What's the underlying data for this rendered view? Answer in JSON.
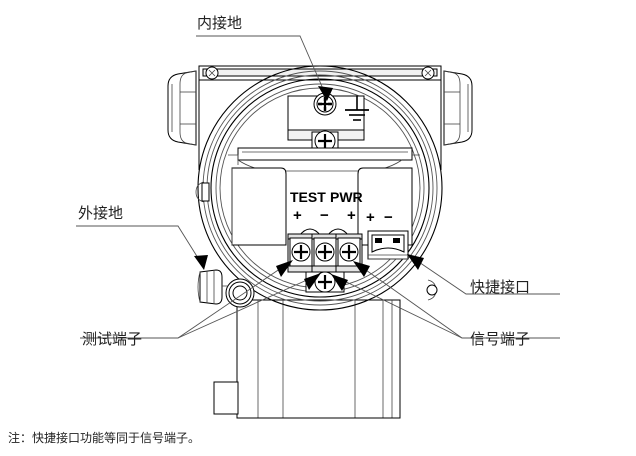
{
  "diagram": {
    "title_note": "注：快捷接口功能等同于信号端子。",
    "callouts": {
      "internal_ground": "内接地",
      "external_ground": "外接地",
      "test_terminal": "测试端子",
      "quick_connector": "快捷接口",
      "signal_terminal": "信号端子"
    },
    "terminal_block": {
      "group_labels": [
        "TEST",
        "PWR"
      ],
      "polarity_main": [
        "+",
        "−",
        "+"
      ],
      "polarity_quick": [
        "+",
        "−"
      ]
    },
    "symbols": {
      "earth_ground": "earth-ground-symbol"
    },
    "colors": {
      "line": "#000000",
      "thin_line": "#555555",
      "text": "#222222",
      "background": "#ffffff"
    }
  }
}
